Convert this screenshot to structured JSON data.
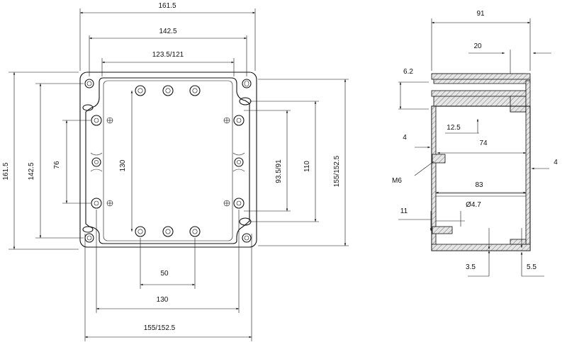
{
  "front_view": {
    "top_overall": "161.5",
    "top_hole_span": "142.5",
    "top_inner": "123.5/121",
    "left_overall": "161.5",
    "left_hole_span": "142.5",
    "left_76": "76",
    "center_130": "130",
    "right_inner": "93.5/91",
    "right_110": "110",
    "right_outer": "155/152.5",
    "bottom_50": "50",
    "bottom_130": "130",
    "bottom_outer": "155/152.5"
  },
  "side_view": {
    "depth_91": "91",
    "lid_20": "20",
    "lid_6_2": "6.2",
    "lid_12_5": "12.5",
    "wall_4_left": "4",
    "wall_4_right": "4",
    "inner_74": "74",
    "thread_m6": "M6",
    "inner_83": "83",
    "hole_dia": "Ø4.7",
    "base_11": "11",
    "base_3_5": "3.5",
    "base_5_5": "5.5"
  }
}
